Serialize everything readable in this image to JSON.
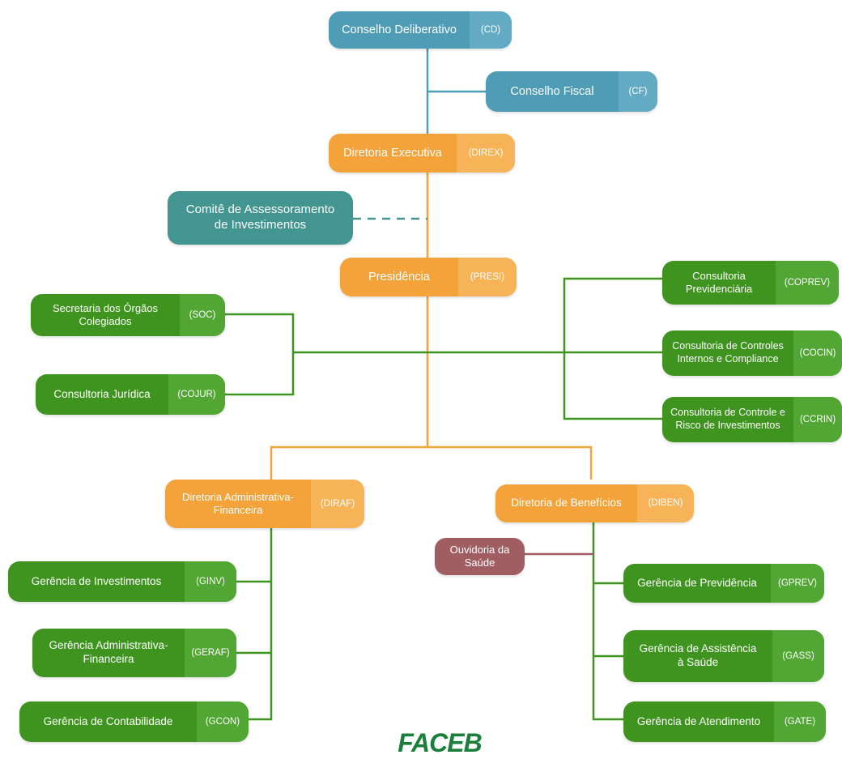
{
  "colors": {
    "council": "#4f9cb6",
    "committee": "#429590",
    "directorate": "#f4a23a",
    "unit": "#3f941f",
    "ombudsman": "#a15e62",
    "line_blue": "#4f9cb6",
    "line_orange": "#f4a23a",
    "line_green": "#3f941f",
    "line_maroon": "#a15e62",
    "logo": "#1b7f3b"
  },
  "nodes": {
    "cd": {
      "label": "Conselho Deliberativo",
      "code": "(CD)"
    },
    "cf": {
      "label": "Conselho Fiscal",
      "code": "(CF)"
    },
    "direx": {
      "label": "Diretoria Executiva",
      "code": "(DIREX)"
    },
    "comite": {
      "label": "Comitê de Assessoramento\nde  Investimentos"
    },
    "presi": {
      "label": "Presidência",
      "code": "(PRESI)"
    },
    "soc": {
      "label": "Secretaria dos Órgãos\nColegiados",
      "code": "(SOC)"
    },
    "cojur": {
      "label": "Consultoria Jurídica",
      "code": "(COJUR)"
    },
    "coprev": {
      "label": "Consultoria\nPrevidenciária",
      "code": "(COPREV)"
    },
    "cocin": {
      "label": "Consultoria de Controles\nInternos e Compliance",
      "code": "(COCIN)"
    },
    "ccrin": {
      "label": "Consultoria de Controle e\nRisco de Investimentos",
      "code": "(CCRIN)"
    },
    "diraf": {
      "label": "Diretoria Administrativa-\nFinanceira",
      "code": "(DIRAF)"
    },
    "diben": {
      "label": "Diretoria de Benefícios",
      "code": "(DIBEN)"
    },
    "ouvidoria": {
      "label": "Ouvidoria da\nSaúde"
    },
    "ginv": {
      "label": "Gerência de Investimentos",
      "code": "(GINV)"
    },
    "geraf": {
      "label": "Gerência Administrativa-\nFinanceira",
      "code": "(GERAF)"
    },
    "gcon": {
      "label": "Gerência de Contabilidade",
      "code": "(GCON)"
    },
    "gprev": {
      "label": "Gerência de Previdência",
      "code": "(GPREV)"
    },
    "gass": {
      "label": "Gerência de Assistência\nà Saúde",
      "code": "(GASS)"
    },
    "gate": {
      "label": "Gerência de Atendimento",
      "code": "(GATE)"
    }
  },
  "logo": "FACEB"
}
